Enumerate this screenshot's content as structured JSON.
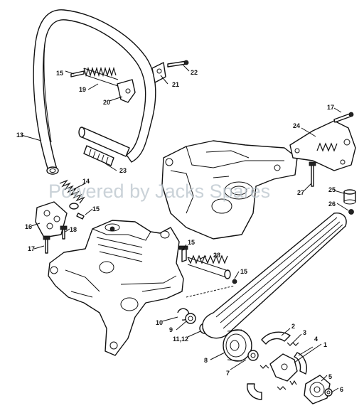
{
  "watermark": "Powered by Jacks Spares",
  "labels": {
    "l1": "1",
    "l2": "2",
    "l3": "3",
    "l4": "4",
    "l5": "5",
    "l6": "6",
    "l7": "7",
    "l8": "8",
    "l9": "9",
    "l10": "10",
    "l11_12": "11,12",
    "l13": "13",
    "l14": "14",
    "l15a": "15",
    "l15b": "15",
    "l15c": "15",
    "l15d": "15",
    "l16": "16",
    "l17a": "17",
    "l17b": "17",
    "l18": "18",
    "l19": "19",
    "l20": "20",
    "l21": "21",
    "l22": "22",
    "l23": "23",
    "l24": "24",
    "l25": "25",
    "l26": "26",
    "l27": "27",
    "l28": "28"
  }
}
